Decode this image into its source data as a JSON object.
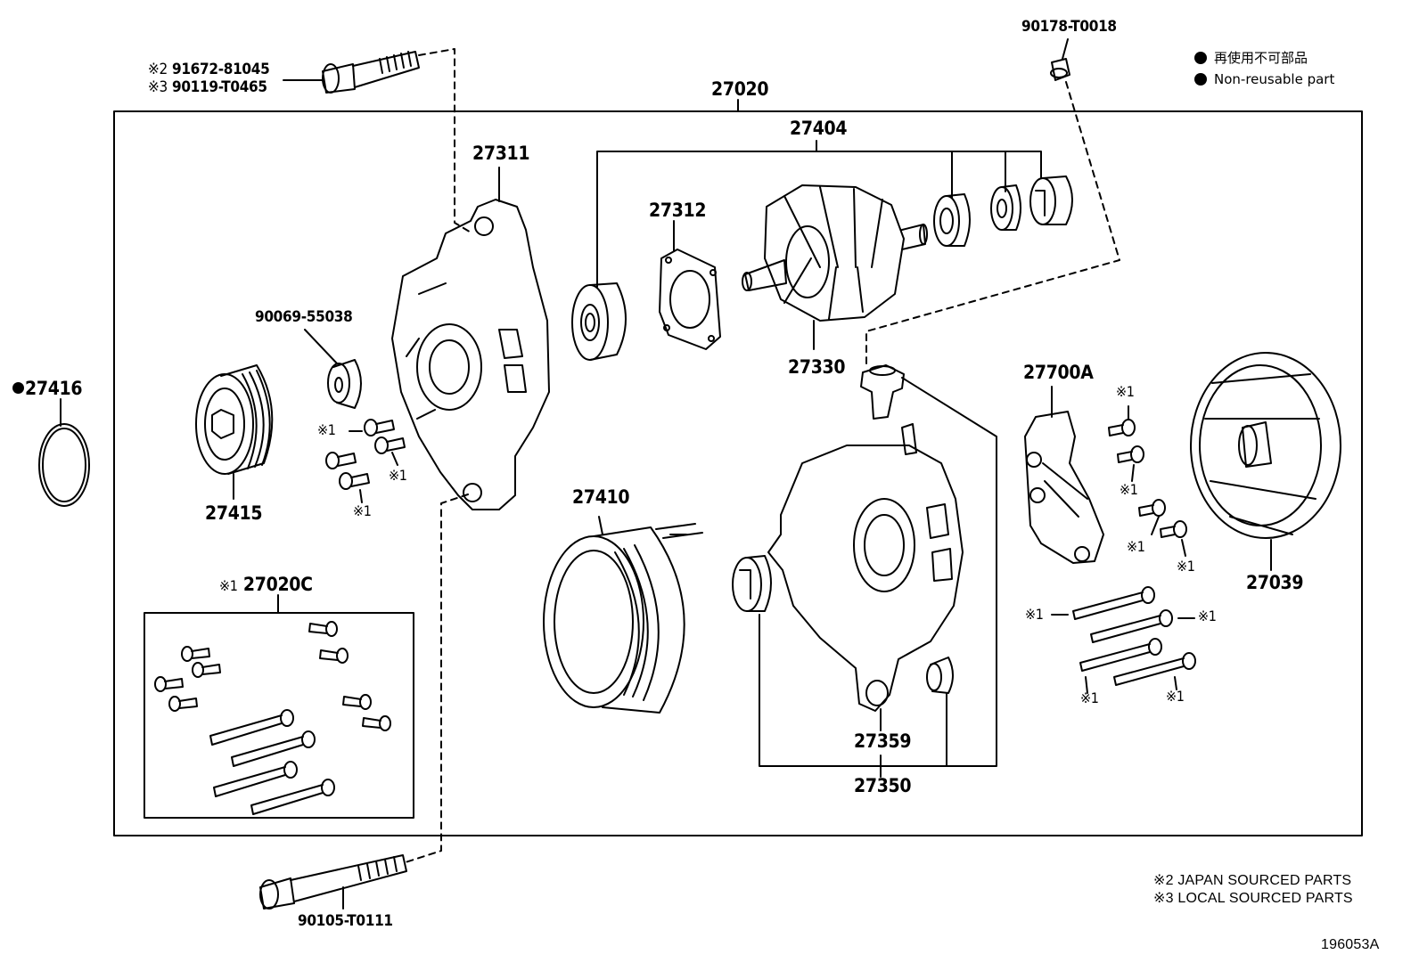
{
  "assembly": {
    "number": "27020"
  },
  "labels": {
    "p27311": "27311",
    "p27312": "27312",
    "p27404": "27404",
    "p27330": "27330",
    "p90069": "90069-55038",
    "p27416": "27416",
    "p27415": "27415",
    "p27410": "27410",
    "p27359": "27359",
    "p27350": "27350",
    "p27700a": "27700A",
    "p27039": "27039",
    "p90178": "90178-T0018",
    "p91672": "91672-81045",
    "p90119": "90119-T0465",
    "p90105": "90105-T0111",
    "kit_mark": "※1",
    "kit_number": "27020C",
    "mark2": "※2",
    "mark3": "※3"
  },
  "markers": {
    "m1": "※1"
  },
  "legend": {
    "line1": "再使用不可部品",
    "line2": "Non-reusable part"
  },
  "footnotes": {
    "note2": "※2 JAPAN SOURCED PARTS",
    "note3": "※3 LOCAL SOURCED PARTS"
  },
  "figure_id": "196053A",
  "colors": {
    "ink": "#000000",
    "paper": "#ffffff"
  }
}
